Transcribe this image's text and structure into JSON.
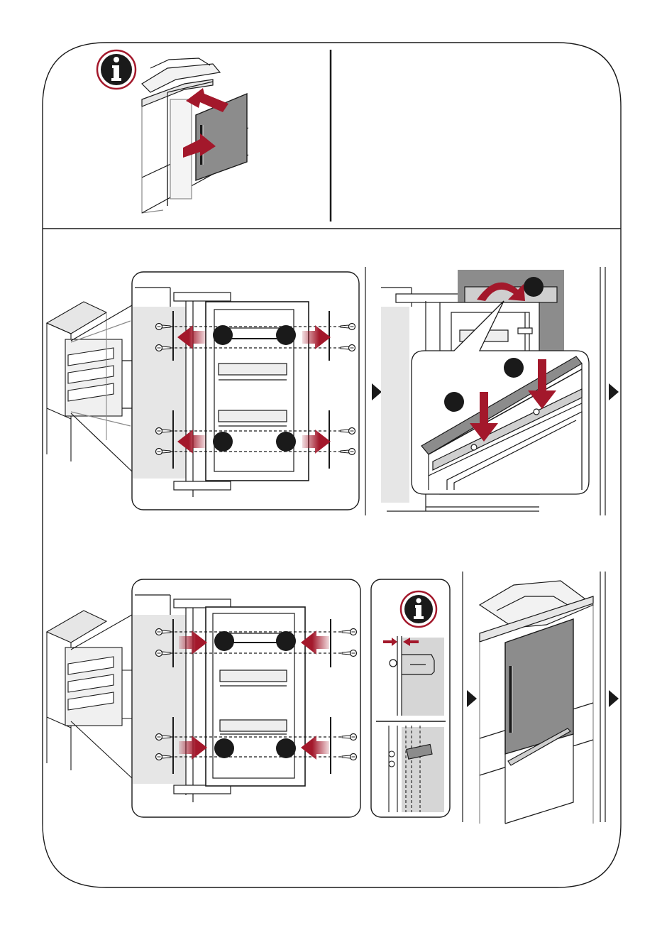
{
  "colors": {
    "accent_red": "#a3182b",
    "line": "#1a1a1a",
    "panel_gray": "#8c8c8c",
    "light_gray": "#e6e6e6",
    "mid_gray": "#cfcfcf",
    "badge_dark": "#1a1a1a"
  },
  "icons": {
    "info_top": "i",
    "info_bottom": "i",
    "next_arrow": "triangle-right"
  }
}
